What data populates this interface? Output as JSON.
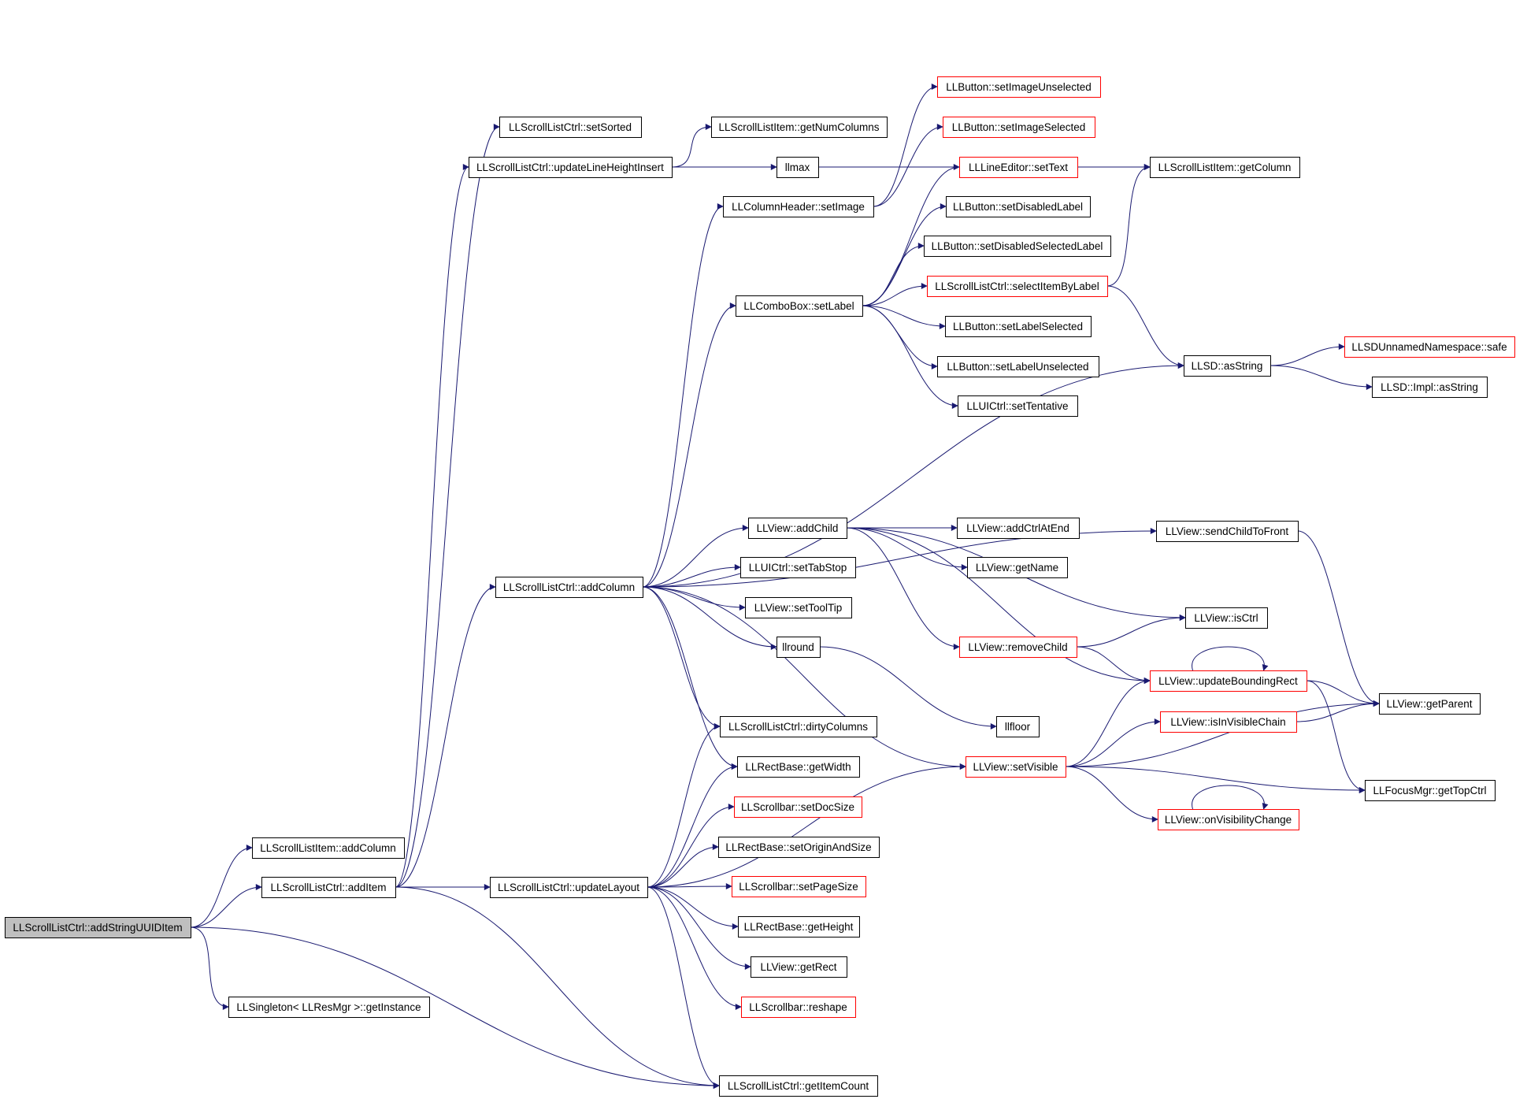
{
  "colors": {
    "edge": "#191970",
    "node_border_default": "#000000",
    "node_border_incomplete": "#ff0000",
    "node_fill_root": "#bfbfbf",
    "node_fill": "#ffffff",
    "text": "#000000"
  },
  "nodes": [
    {
      "id": "addStringUUIDItem",
      "label": "LLScrollListCtrl::addStringUUIDItem",
      "style": "root"
    },
    {
      "id": "item_addColumn",
      "label": "LLScrollListItem::addColumn",
      "style": "normal"
    },
    {
      "id": "addItem",
      "label": "LLScrollListCtrl::addItem",
      "style": "normal"
    },
    {
      "id": "getInstance",
      "label": "LLSingleton< LLResMgr >::getInstance",
      "style": "normal"
    },
    {
      "id": "setSorted",
      "label": "LLScrollListCtrl::setSorted",
      "style": "normal"
    },
    {
      "id": "updateLineHeightInsert",
      "label": "LLScrollListCtrl::updateLineHeightInsert",
      "style": "normal"
    },
    {
      "id": "addColumn",
      "label": "LLScrollListCtrl::addColumn",
      "style": "normal"
    },
    {
      "id": "updateLayout",
      "label": "LLScrollListCtrl::updateLayout",
      "style": "normal"
    },
    {
      "id": "getNumColumns",
      "label": "LLScrollListItem::getNumColumns",
      "style": "normal"
    },
    {
      "id": "llmax",
      "label": "llmax",
      "style": "normal"
    },
    {
      "id": "setImage",
      "label": "LLColumnHeader::setImage",
      "style": "normal"
    },
    {
      "id": "setLabel",
      "label": "LLComboBox::setLabel",
      "style": "normal"
    },
    {
      "id": "addChild",
      "label": "LLView::addChild",
      "style": "normal"
    },
    {
      "id": "setTabStop",
      "label": "LLUICtrl::setTabStop",
      "style": "normal"
    },
    {
      "id": "setToolTip",
      "label": "LLView::setToolTip",
      "style": "normal"
    },
    {
      "id": "llround",
      "label": "llround",
      "style": "normal"
    },
    {
      "id": "dirtyColumns",
      "label": "LLScrollListCtrl::dirtyColumns",
      "style": "normal"
    },
    {
      "id": "getWidth",
      "label": "LLRectBase::getWidth",
      "style": "normal"
    },
    {
      "id": "setDocSize",
      "label": "LLScrollbar::setDocSize",
      "style": "incomplete"
    },
    {
      "id": "setOriginAndSize",
      "label": "LLRectBase::setOriginAndSize",
      "style": "normal"
    },
    {
      "id": "setPageSize",
      "label": "LLScrollbar::setPageSize",
      "style": "incomplete"
    },
    {
      "id": "getHeight",
      "label": "LLRectBase::getHeight",
      "style": "normal"
    },
    {
      "id": "getRect",
      "label": "LLView::getRect",
      "style": "normal"
    },
    {
      "id": "reshape",
      "label": "LLScrollbar::reshape",
      "style": "incomplete"
    },
    {
      "id": "getItemCount",
      "label": "LLScrollListCtrl::getItemCount",
      "style": "normal"
    },
    {
      "id": "setImageUnselected",
      "label": "LLButton::setImageUnselected",
      "style": "incomplete"
    },
    {
      "id": "setImageSelected",
      "label": "LLButton::setImageSelected",
      "style": "incomplete"
    },
    {
      "id": "setText",
      "label": "LLLineEditor::setText",
      "style": "incomplete"
    },
    {
      "id": "setDisabledLabel",
      "label": "LLButton::setDisabledLabel",
      "style": "normal"
    },
    {
      "id": "setDisabledSelectedLabel",
      "label": "LLButton::setDisabledSelectedLabel",
      "style": "normal"
    },
    {
      "id": "selectItemByLabel",
      "label": "LLScrollListCtrl::selectItemByLabel",
      "style": "incomplete"
    },
    {
      "id": "setLabelSelected",
      "label": "LLButton::setLabelSelected",
      "style": "normal"
    },
    {
      "id": "setLabelUnselected",
      "label": "LLButton::setLabelUnselected",
      "style": "normal"
    },
    {
      "id": "setTentative",
      "label": "LLUICtrl::setTentative",
      "style": "normal"
    },
    {
      "id": "addCtrlAtEnd",
      "label": "LLView::addCtrlAtEnd",
      "style": "normal"
    },
    {
      "id": "getName",
      "label": "LLView::getName",
      "style": "normal"
    },
    {
      "id": "removeChild",
      "label": "LLView::removeChild",
      "style": "incomplete"
    },
    {
      "id": "llfloor",
      "label": "llfloor",
      "style": "normal"
    },
    {
      "id": "setVisible",
      "label": "LLView::setVisible",
      "style": "incomplete"
    },
    {
      "id": "getColumn",
      "label": "LLScrollListItem::getColumn",
      "style": "normal"
    },
    {
      "id": "asString",
      "label": "LLSD::asString",
      "style": "normal"
    },
    {
      "id": "sendChildToFront",
      "label": "LLView::sendChildToFront",
      "style": "normal"
    },
    {
      "id": "isCtrl",
      "label": "LLView::isCtrl",
      "style": "normal"
    },
    {
      "id": "updateBoundingRect",
      "label": "LLView::updateBoundingRect",
      "style": "incomplete"
    },
    {
      "id": "isInVisibleChain",
      "label": "LLView::isInVisibleChain",
      "style": "incomplete"
    },
    {
      "id": "onVisibilityChange",
      "label": "LLView::onVisibilityChange",
      "style": "incomplete"
    },
    {
      "id": "safe",
      "label": "LLSDUnnamedNamespace::safe",
      "style": "incomplete"
    },
    {
      "id": "implAsString",
      "label": "LLSD::Impl::asString",
      "style": "normal"
    },
    {
      "id": "getParent",
      "label": "LLView::getParent",
      "style": "normal"
    },
    {
      "id": "getTopCtrl",
      "label": "LLFocusMgr::getTopCtrl",
      "style": "normal"
    }
  ],
  "edges": [
    [
      "addStringUUIDItem",
      "item_addColumn"
    ],
    [
      "addStringUUIDItem",
      "addItem"
    ],
    [
      "addStringUUIDItem",
      "getInstance"
    ],
    [
      "addStringUUIDItem",
      "getItemCount"
    ],
    [
      "addItem",
      "setSorted"
    ],
    [
      "addItem",
      "updateLineHeightInsert"
    ],
    [
      "addItem",
      "addColumn"
    ],
    [
      "addItem",
      "updateLayout"
    ],
    [
      "addItem",
      "getItemCount"
    ],
    [
      "updateLineHeightInsert",
      "getNumColumns"
    ],
    [
      "updateLineHeightInsert",
      "llmax"
    ],
    [
      "updateLineHeightInsert",
      "getColumn"
    ],
    [
      "addColumn",
      "setImage"
    ],
    [
      "addColumn",
      "setLabel"
    ],
    [
      "addColumn",
      "asString"
    ],
    [
      "addColumn",
      "sendChildToFront"
    ],
    [
      "addColumn",
      "addChild"
    ],
    [
      "addColumn",
      "setTabStop"
    ],
    [
      "addColumn",
      "setToolTip"
    ],
    [
      "addColumn",
      "llround"
    ],
    [
      "addColumn",
      "dirtyColumns"
    ],
    [
      "addColumn",
      "getWidth"
    ],
    [
      "addColumn",
      "setVisible"
    ],
    [
      "updateLayout",
      "dirtyColumns"
    ],
    [
      "updateLayout",
      "getWidth"
    ],
    [
      "updateLayout",
      "setDocSize"
    ],
    [
      "updateLayout",
      "setOriginAndSize"
    ],
    [
      "updateLayout",
      "setPageSize"
    ],
    [
      "updateLayout",
      "getHeight"
    ],
    [
      "updateLayout",
      "getRect"
    ],
    [
      "updateLayout",
      "reshape"
    ],
    [
      "updateLayout",
      "getItemCount"
    ],
    [
      "updateLayout",
      "setVisible"
    ],
    [
      "setImage",
      "setImageUnselected"
    ],
    [
      "setImage",
      "setImageSelected"
    ],
    [
      "setLabel",
      "setText"
    ],
    [
      "setLabel",
      "setDisabledLabel"
    ],
    [
      "setLabel",
      "setDisabledSelectedLabel"
    ],
    [
      "setLabel",
      "selectItemByLabel"
    ],
    [
      "setLabel",
      "setLabelSelected"
    ],
    [
      "setLabel",
      "setLabelUnselected"
    ],
    [
      "setLabel",
      "setTentative"
    ],
    [
      "selectItemByLabel",
      "getColumn"
    ],
    [
      "selectItemByLabel",
      "asString"
    ],
    [
      "asString",
      "safe"
    ],
    [
      "asString",
      "implAsString"
    ],
    [
      "addChild",
      "addCtrlAtEnd"
    ],
    [
      "addChild",
      "getName"
    ],
    [
      "addChild",
      "isCtrl"
    ],
    [
      "addChild",
      "removeChild"
    ],
    [
      "addChild",
      "updateBoundingRect"
    ],
    [
      "removeChild",
      "isCtrl"
    ],
    [
      "removeChild",
      "updateBoundingRect"
    ],
    [
      "llround",
      "llfloor"
    ],
    [
      "sendChildToFront",
      "getParent"
    ],
    [
      "updateBoundingRect",
      "updateBoundingRect"
    ],
    [
      "updateBoundingRect",
      "getParent"
    ],
    [
      "updateBoundingRect",
      "getTopCtrl"
    ],
    [
      "setVisible",
      "updateBoundingRect"
    ],
    [
      "setVisible",
      "isInVisibleChain"
    ],
    [
      "setVisible",
      "getParent"
    ],
    [
      "setVisible",
      "onVisibilityChange"
    ],
    [
      "setVisible",
      "getTopCtrl"
    ],
    [
      "isInVisibleChain",
      "getParent"
    ],
    [
      "onVisibilityChange",
      "onVisibilityChange"
    ]
  ]
}
